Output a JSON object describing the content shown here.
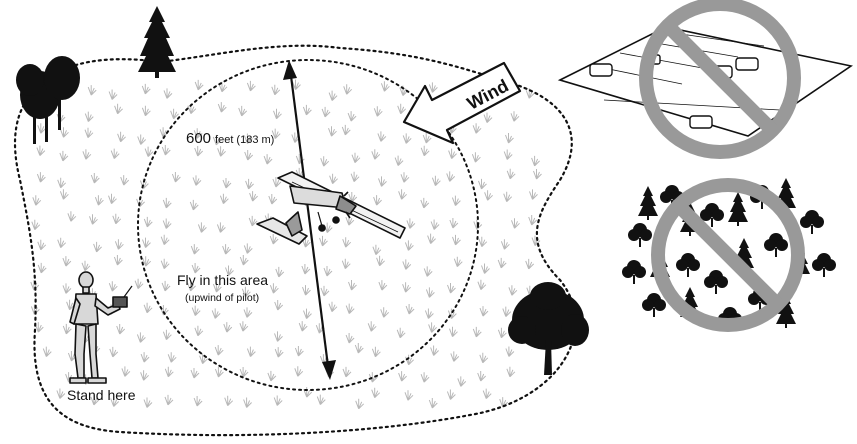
{
  "labels": {
    "distance_main": "600",
    "distance_detail": "feet (183 m)",
    "wind": "Wind",
    "fly_area": "Fly in this area",
    "fly_area_note": "(upwind of pilot)",
    "stand_here": "Stand here"
  },
  "colors": {
    "ink": "#111111",
    "grass": "#b8b8b8",
    "prohibit": "#999999",
    "lot": "#ffffff"
  },
  "icons": {
    "wind_arrow": "wind-arrow-icon",
    "no_parking_lot": "no-symbol-icon",
    "no_trees": "no-symbol-icon",
    "airplane": "airplane-icon",
    "pilot": "pilot-figure-icon"
  }
}
